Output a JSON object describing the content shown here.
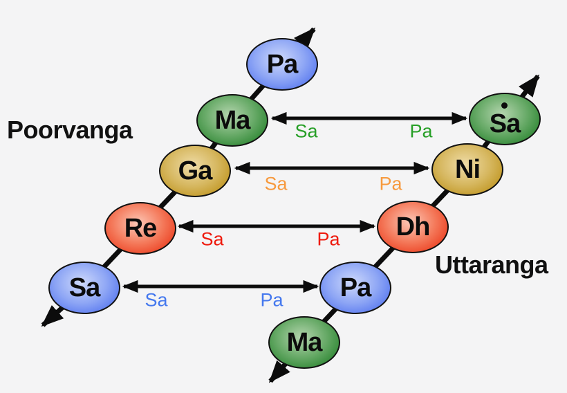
{
  "titles": {
    "poorvanga": "Poorvanga",
    "uttaranga": "Uttaranga"
  },
  "poorvanga_chain": {
    "direction": "ascending diagonal, bottom-left to top-right, open arrows both ends",
    "nodes": [
      {
        "label": "Sa",
        "color_name": "blue"
      },
      {
        "label": "Re",
        "color_name": "red"
      },
      {
        "label": "Ga",
        "color_name": "gold"
      },
      {
        "label": "Ma",
        "color_name": "green"
      },
      {
        "label": "Pa",
        "color_name": "blue"
      }
    ]
  },
  "uttaranga_chain": {
    "direction": "ascending diagonal, bottom-left to top-right, open arrows both ends",
    "nodes": [
      {
        "label": "Ma",
        "color_name": "green"
      },
      {
        "label": "Pa",
        "color_name": "blue"
      },
      {
        "label": "Dh",
        "color_name": "red"
      },
      {
        "label": "Ni",
        "color_name": "gold"
      },
      {
        "label": "Sa",
        "color_name": "green",
        "octave_dot": true
      }
    ]
  },
  "interval_arrows": [
    {
      "from_node": "Ma",
      "to_node": "Sa (upper octave)",
      "left_label": "Sa",
      "right_label": "Pa",
      "label_color": "#279f27"
    },
    {
      "from_node": "Ga",
      "to_node": "Ni",
      "left_label": "Sa",
      "right_label": "Pa",
      "label_color": "#f79a3e"
    },
    {
      "from_node": "Re",
      "to_node": "Dh",
      "left_label": "Sa",
      "right_label": "Pa",
      "label_color": "#ee1b0e"
    },
    {
      "from_node": "Sa",
      "to_node": "Pa",
      "left_label": "Sa",
      "right_label": "Pa",
      "label_color": "#4478ee"
    }
  ],
  "node_colors": {
    "blue": {
      "edge": "#4a6cee",
      "center": "#ced9fb"
    },
    "green": {
      "edge": "#1d7c24",
      "center": "#b4d5ae"
    },
    "gold": {
      "edge": "#ba8d11",
      "center": "#efdca8"
    },
    "red": {
      "edge": "#e92f11",
      "center": "#fcc7b6"
    }
  },
  "background_color": "#f4f4f5"
}
